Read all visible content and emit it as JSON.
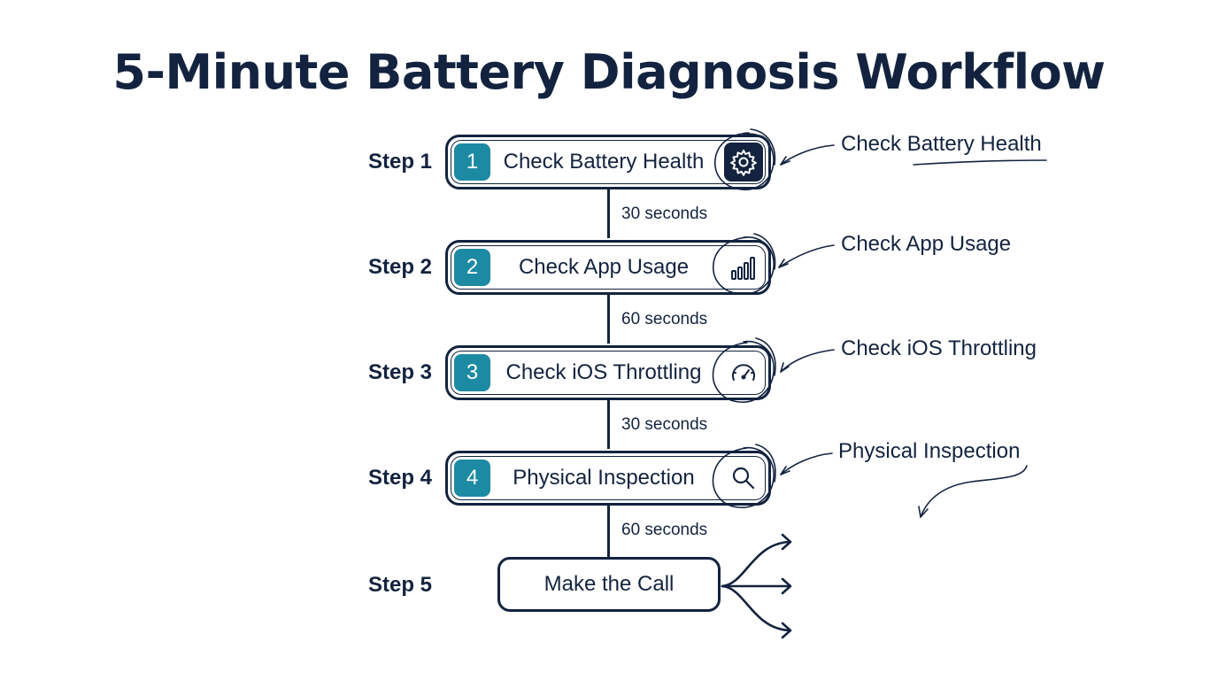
{
  "title": "5-Minute Battery Diagnosis Workflow",
  "steps": [
    {
      "label": "Step 1",
      "number": "1",
      "text": "Check Battery Health",
      "icon": "gear-icon",
      "annotation": "Check Battery Health"
    },
    {
      "label": "Step 2",
      "number": "2",
      "text": "Check App Usage",
      "icon": "bar-chart-icon",
      "annotation": "Check App Usage"
    },
    {
      "label": "Step 3",
      "number": "3",
      "text": "Check iOS Throttling",
      "icon": "speedometer-icon",
      "annotation": "Check iOS Throttling"
    },
    {
      "label": "Step 4",
      "number": "4",
      "text": "Physical Inspection",
      "icon": "magnifier-icon",
      "annotation": "Physical Inspection"
    }
  ],
  "durations": [
    "30 seconds",
    "60 seconds",
    "30 seconds",
    "60 seconds"
  ],
  "final_step": {
    "label": "Step 5",
    "text": "Make the Call"
  },
  "colors": {
    "navy": "#13233f",
    "teal": "#1d8aa3",
    "background": "#ffffff"
  }
}
